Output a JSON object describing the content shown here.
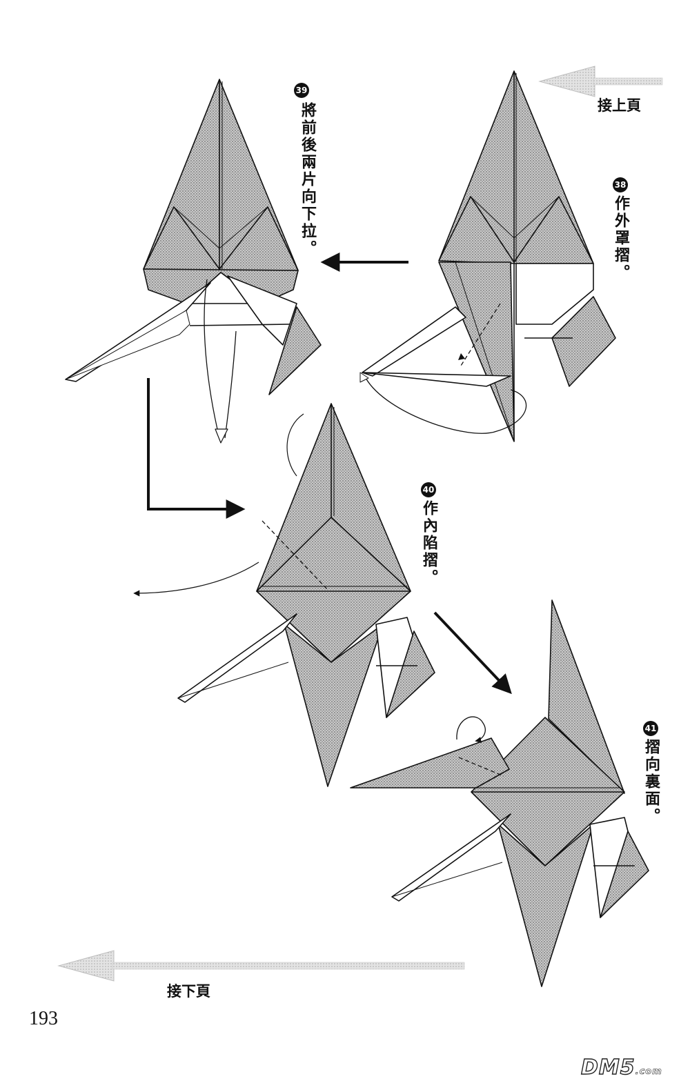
{
  "page": {
    "continue_from_prev": "接上頁",
    "continue_to_next": "接下頁",
    "page_number": "193",
    "watermark": "DM5.com"
  },
  "steps": [
    {
      "number": "38",
      "text": "作外罩摺。"
    },
    {
      "number": "39",
      "text": "將前後兩片向下拉。"
    },
    {
      "number": "40",
      "text": "作內陷摺。"
    },
    {
      "number": "41",
      "text": "摺向裏面。"
    }
  ],
  "colors": {
    "paper_fill": "#b4b4b4",
    "paper_light": "#ffffff",
    "line": "#111111",
    "arrow_gray": "#c8c8c8"
  }
}
